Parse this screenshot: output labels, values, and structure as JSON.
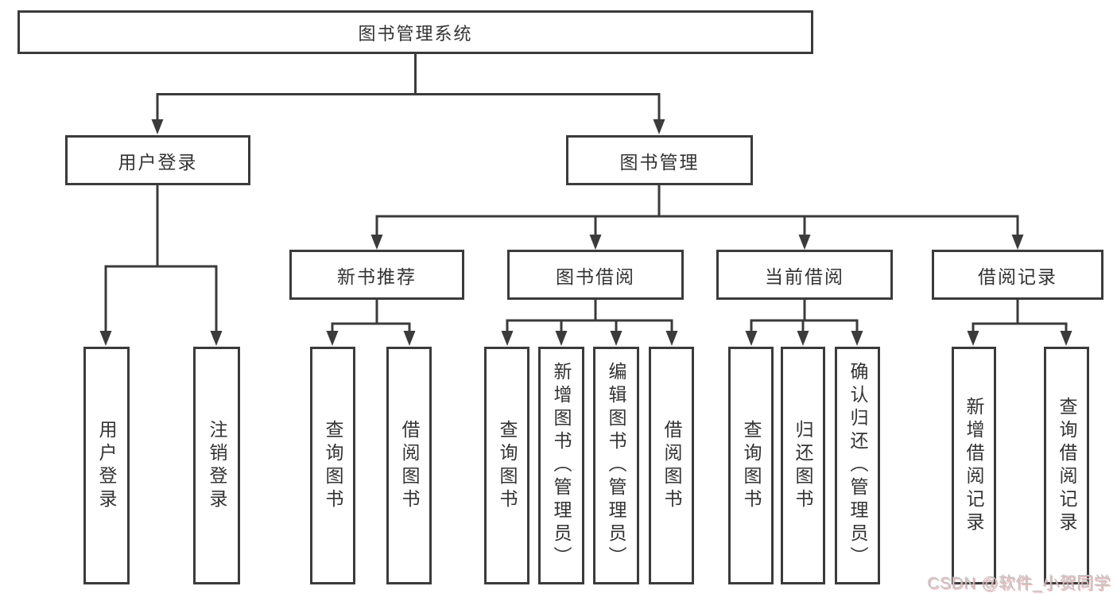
{
  "diagram": {
    "title": "图书管理系统",
    "root": {
      "label": "图书管理系统",
      "children": [
        {
          "label": "用户登录",
          "children": [
            {
              "label": "用户登录"
            },
            {
              "label": "注销登录"
            }
          ]
        },
        {
          "label": "图书管理",
          "children": [
            {
              "label": "新书推荐",
              "children": [
                {
                  "label": "查询图书"
                },
                {
                  "label": "借阅图书"
                }
              ]
            },
            {
              "label": "图书借阅",
              "children": [
                {
                  "label": "查询图书"
                },
                {
                  "label": "新增图书（管理员）"
                },
                {
                  "label": "编辑图书（管理员）"
                },
                {
                  "label": "借阅图书"
                }
              ]
            },
            {
              "label": "当前借阅",
              "children": [
                {
                  "label": "查询图书"
                },
                {
                  "label": "归还图书"
                },
                {
                  "label": "确认归还（管理员）"
                }
              ]
            },
            {
              "label": "借阅记录",
              "children": [
                {
                  "label": "新增借阅记录"
                },
                {
                  "label": "查询借阅记录"
                }
              ]
            }
          ]
        }
      ]
    },
    "colors": {
      "line": "#3b3b3b",
      "box_border": "#3b3b3b",
      "box_background": "#ffffff",
      "text": "#333333",
      "watermark_gray": "#c6c6c6",
      "watermark_red": "#d97a7a"
    }
  },
  "watermark": {
    "text": "CSDN @软件_小贺同学"
  }
}
